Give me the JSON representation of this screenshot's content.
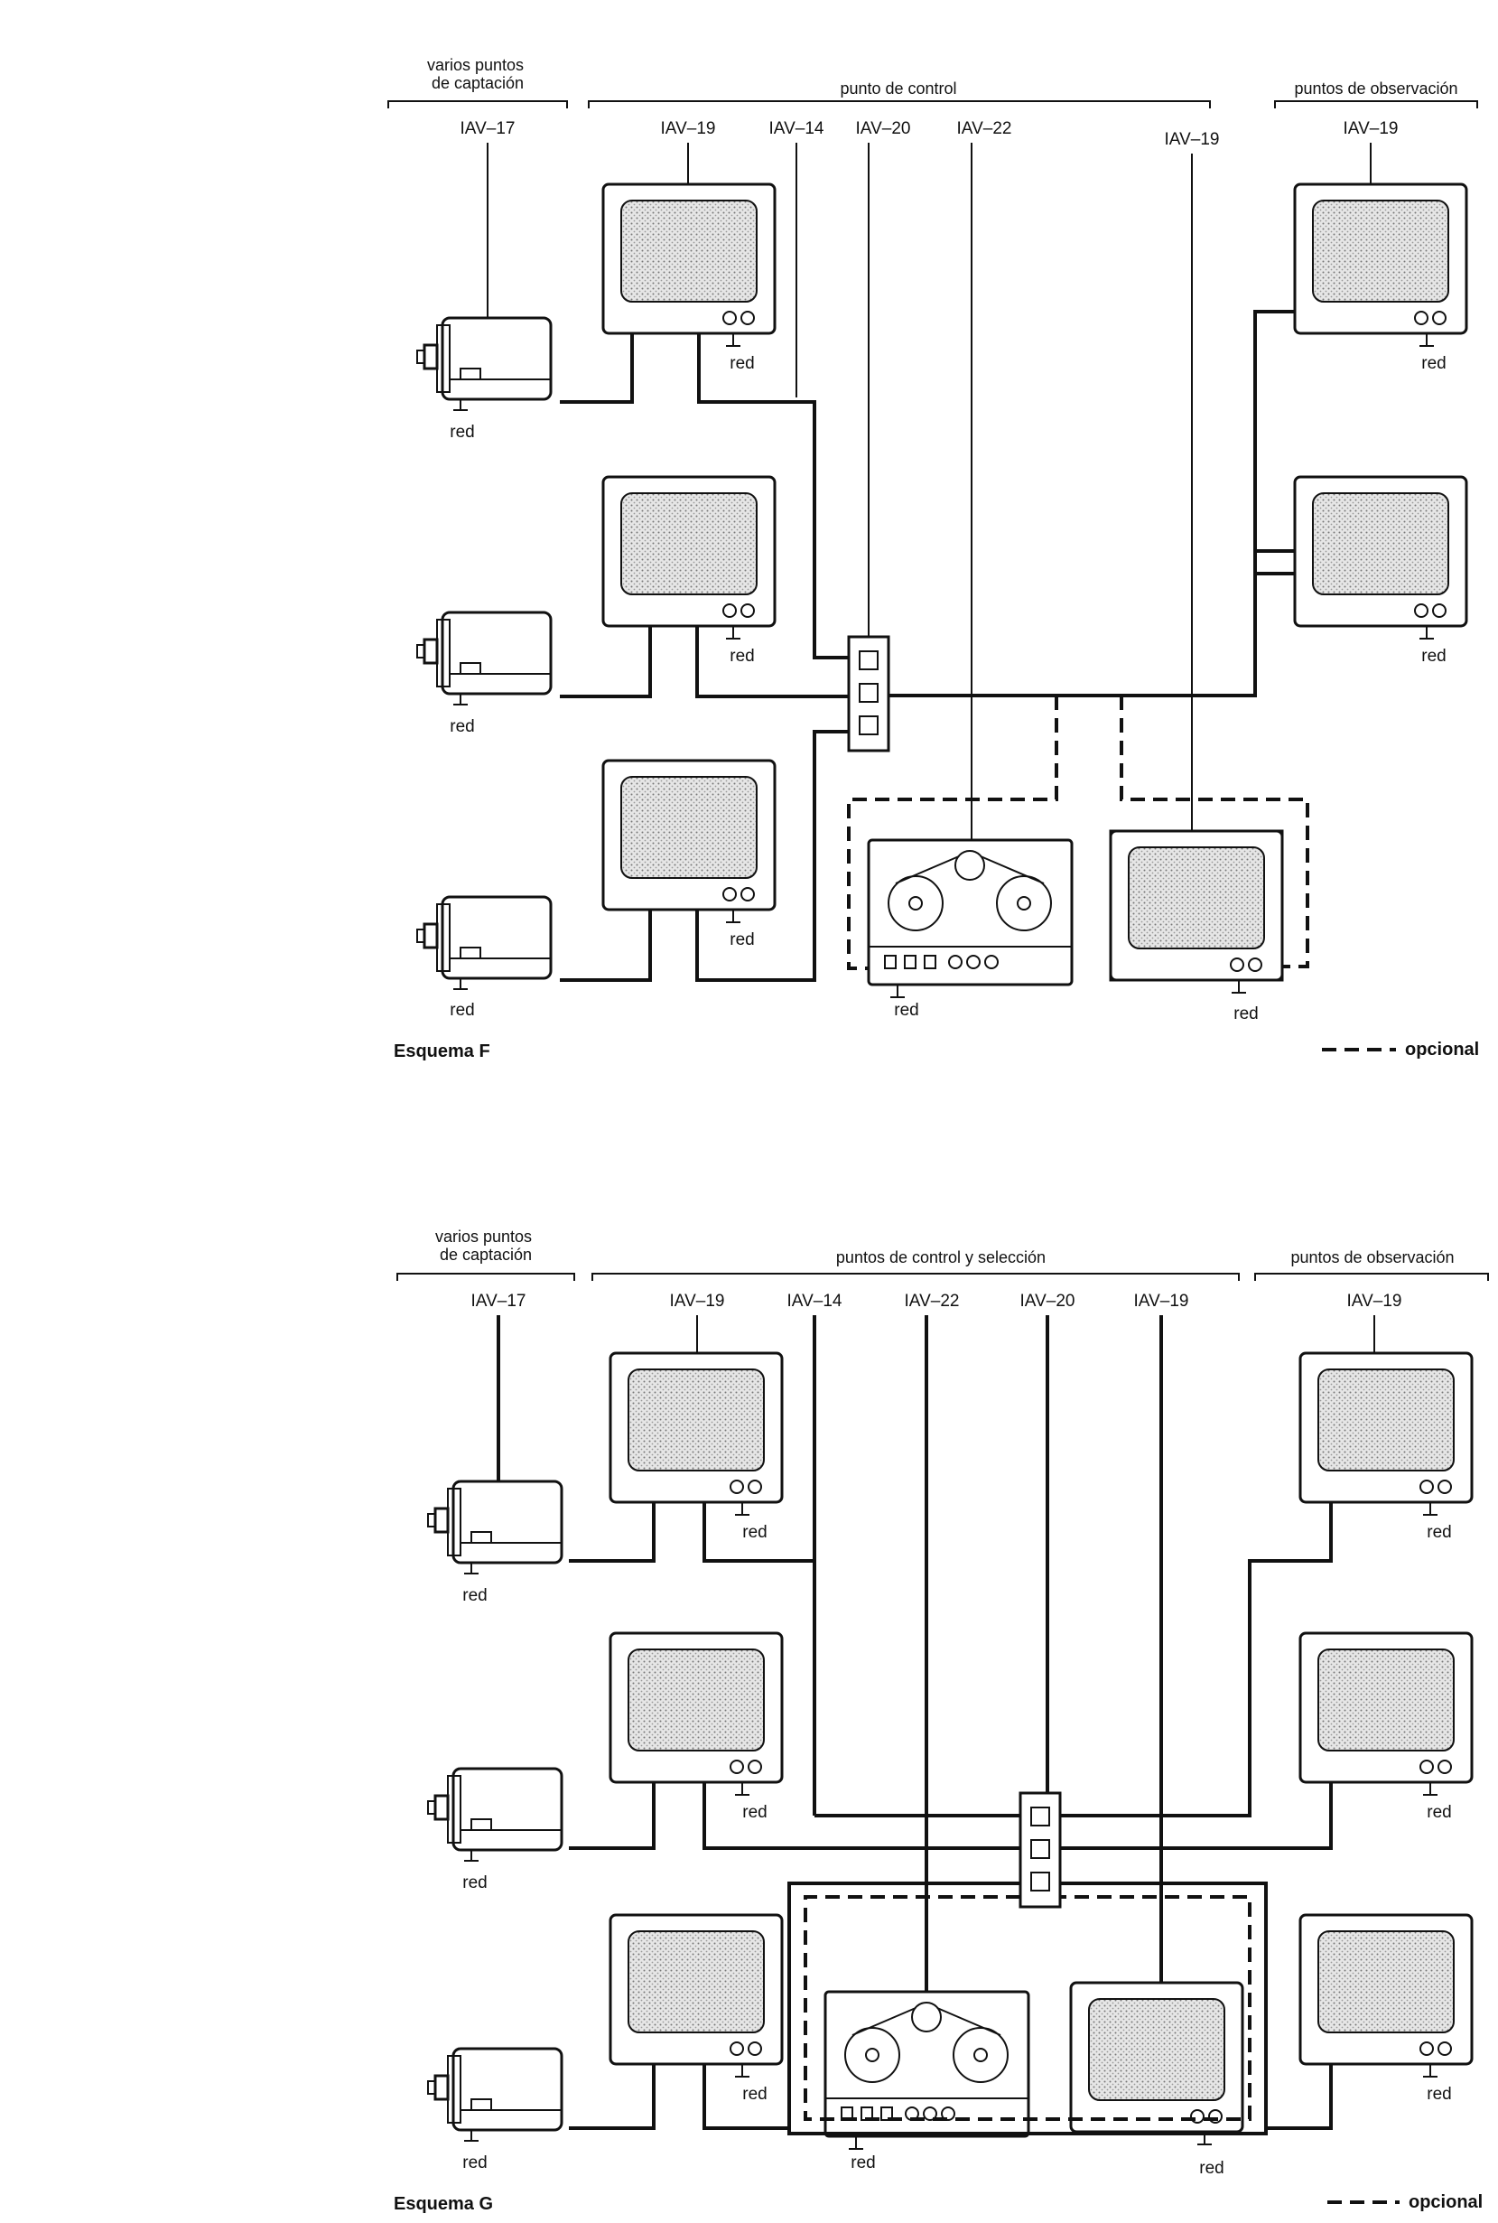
{
  "schema_f": {
    "title": "Esquema F",
    "sections": {
      "capture": "varios puntos de captación",
      "control": "punto de control",
      "observation": "puntos de observación"
    },
    "part_labels": {
      "camera": "IAV–17",
      "monitor_left": "IAV–19",
      "switcher_line": "IAV–14",
      "switcher": "IAV–20",
      "recorder": "IAV–22",
      "monitor_control": "IAV–19",
      "monitor_observation": "IAV–19"
    },
    "power_label": "red",
    "legend": "opcional"
  },
  "schema_g": {
    "title": "Esquema G",
    "sections": {
      "capture": "varios puntos de captación",
      "control": "puntos de control y selección",
      "observation": "puntos de observación"
    },
    "part_labels": {
      "camera": "IAV–17",
      "monitor_left": "IAV–19",
      "switcher_line": "IAV–14",
      "recorder": "IAV–22",
      "switcher": "IAV–20",
      "monitor_control": "IAV–19",
      "monitor_observation": "IAV–19"
    },
    "power_label": "red",
    "legend": "opcional"
  }
}
